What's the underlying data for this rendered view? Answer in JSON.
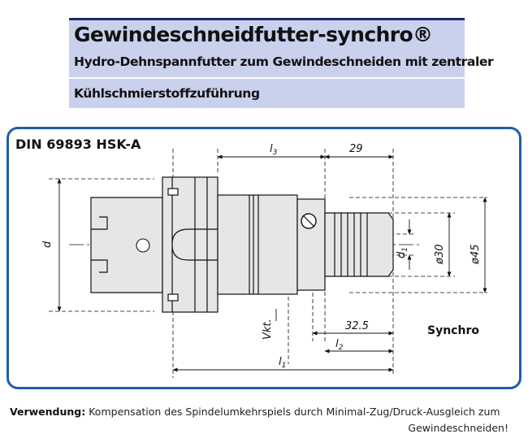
{
  "header": {
    "title": "Gewindeschneidfutter-synchro®",
    "subtitle_line1": "Hydro-Dehnspannfutter zum Gewindeschneiden mit zentraler",
    "subtitle_line2": "Kühlschmierstoffzuführung"
  },
  "drawing": {
    "standard": "DIN 69893 HSK-A",
    "variant_label": "Synchro",
    "dimensions": {
      "l3": "l",
      "l3_sub": "3",
      "d29": "29",
      "d": "d",
      "d1": "d",
      "d1_sub": "1",
      "dia30": "ø30",
      "dia45": "ø45",
      "vkt": "Vkt.",
      "d325": "32.5",
      "l2": "l",
      "l2_sub": "2",
      "l1": "l",
      "l1_sub": "1"
    },
    "colors": {
      "frame": "#1f5fa8",
      "header_band": "#c9d1ec",
      "header_rule": "#1f2a6b",
      "body_fill": "#e6e6e6"
    }
  },
  "usage": {
    "label": "Verwendung:",
    "text_line1": "Kompensation des Spindelumkehrspiels durch Minimal-Zug/Druck-Ausgleich zum",
    "text_line2": "Gewindeschneiden!"
  }
}
